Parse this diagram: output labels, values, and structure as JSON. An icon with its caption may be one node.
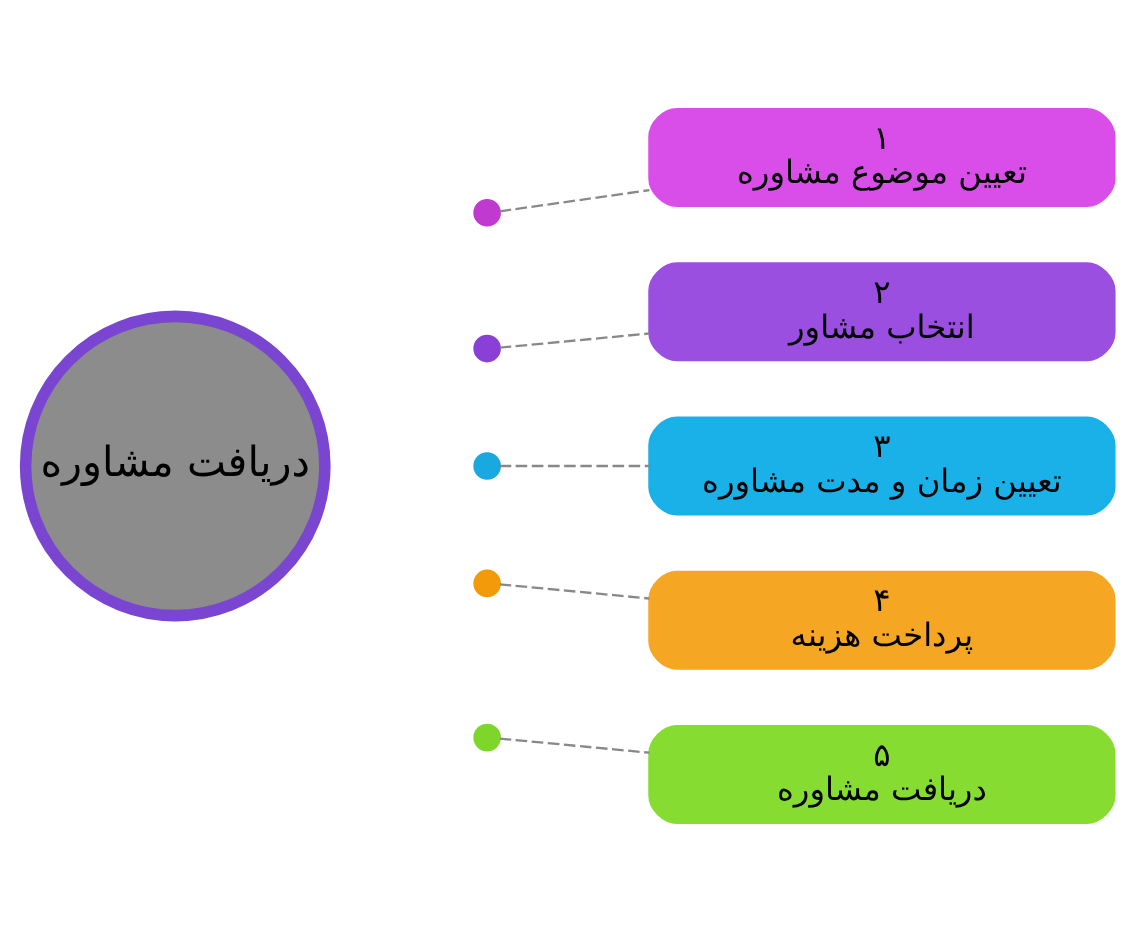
{
  "diagram": {
    "nodes": [
      {
        "text": [
          "دریافت مشاوره"
        ]
      },
      {
        "text": [],
        "shape": "circle"
      },
      {
        "text": [
          "۱",
          "تعیین موضوع مشاوره"
        ]
      },
      {
        "text": [],
        "shape": "circle"
      },
      {
        "text": [
          "۲",
          "انتخاب مشاور"
        ]
      },
      {
        "text": [],
        "shape": "circle"
      },
      {
        "text": [
          "۳",
          "تعیین زمان و مدت مشاوره"
        ]
      },
      {
        "text": [],
        "shape": "circle"
      },
      {
        "text": [
          "۴",
          "پرداخت هزینه"
        ]
      },
      {
        "text": [],
        "shape": "circle"
      },
      {
        "text": [
          "۵",
          "دریافت مشاوره"
        ]
      }
    ],
    "edges": [
      {
        "from": 1,
        "to": 2,
        "arrow": "none",
        "style": "dashed"
      },
      {
        "from": 3,
        "to": 4,
        "arrow": "none",
        "style": "dashed"
      },
      {
        "from": 5,
        "to": 6,
        "arrow": "none",
        "style": "dashed"
      },
      {
        "from": 7,
        "to": 8,
        "arrow": "none",
        "style": "dashed"
      },
      {
        "from": 9,
        "to": 10,
        "arrow": "none",
        "style": "dashed"
      }
    ]
  }
}
